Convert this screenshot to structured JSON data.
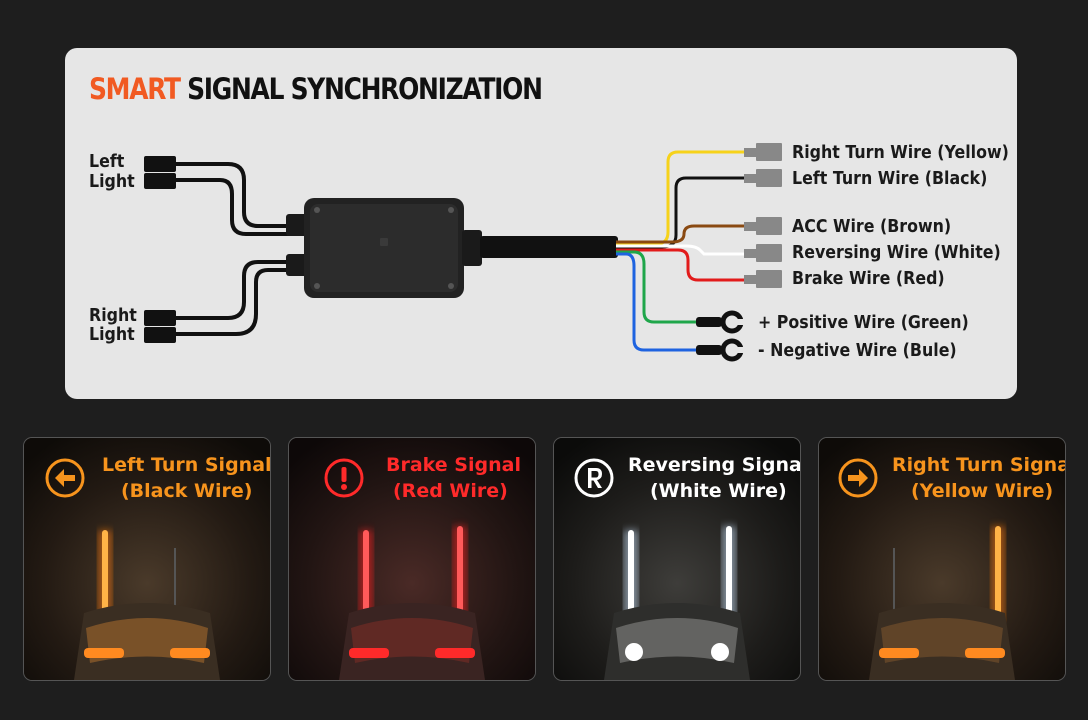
{
  "title": {
    "accent": "SMART",
    "rest": "SIGNAL SYNCHRONIZATION"
  },
  "left_labels": {
    "left_light": [
      "Left",
      "Light"
    ],
    "right_light": [
      "Right",
      "Light"
    ]
  },
  "wires": [
    {
      "label": "Right Turn Wire (Yellow)",
      "color": "#f6d21a"
    },
    {
      "label": "Left Turn Wire (Black)",
      "color": "#111111"
    },
    {
      "label": "ACC Wire (Brown)",
      "color": "#8a4a12"
    },
    {
      "label": "Reversing Wire (White)",
      "color": "#ffffff"
    },
    {
      "label": "Brake Wire (Red)",
      "color": "#e21b1b"
    },
    {
      "label": "+ Positive Wire (Green)",
      "color": "#1fa64a"
    },
    {
      "label": "- Negative Wire (Bule)",
      "color": "#1e63e0"
    }
  ],
  "signals": [
    {
      "line1": "Left Turn Signal",
      "line2": "(Black Wire)",
      "icon": "arrow-left-icon",
      "color": "#f7941d",
      "glow": "#ff8c1a"
    },
    {
      "line1": "Brake Signal",
      "line2": "(Red Wire)",
      "icon": "exclamation-icon",
      "color": "#ff2a2a",
      "glow": "#ff2020"
    },
    {
      "line1": "Reversing Signal",
      "line2": "(White Wire)",
      "icon": "reverse-r-icon",
      "color": "#ffffff",
      "glow": "#e8f4ff"
    },
    {
      "line1": "Right Turn Signal",
      "line2": "(Yellow Wire)",
      "icon": "arrow-right-icon",
      "color": "#f7941d",
      "glow": "#ff8c1a"
    }
  ]
}
